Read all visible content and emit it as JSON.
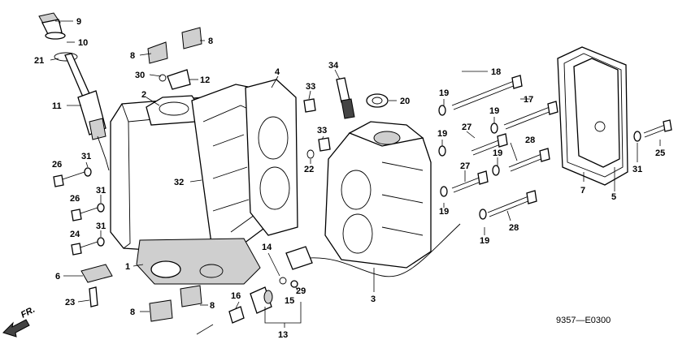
{
  "diagram": {
    "drawing_code": "9357—E0300",
    "direction_arrow_label": "FR.",
    "callouts": [
      {
        "id": "9",
        "text": "9"
      },
      {
        "id": "10",
        "text": "10"
      },
      {
        "id": "21",
        "text": "21"
      },
      {
        "id": "11",
        "text": "11"
      },
      {
        "id": "8a",
        "text": "8"
      },
      {
        "id": "8b",
        "text": "8"
      },
      {
        "id": "30",
        "text": "30"
      },
      {
        "id": "12",
        "text": "12"
      },
      {
        "id": "2",
        "text": "2"
      },
      {
        "id": "4",
        "text": "4"
      },
      {
        "id": "34",
        "text": "34"
      },
      {
        "id": "33a",
        "text": "33"
      },
      {
        "id": "20",
        "text": "20"
      },
      {
        "id": "33b",
        "text": "33"
      },
      {
        "id": "22",
        "text": "22"
      },
      {
        "id": "26a",
        "text": "26"
      },
      {
        "id": "31a",
        "text": "31"
      },
      {
        "id": "32",
        "text": "32"
      },
      {
        "id": "26b",
        "text": "26"
      },
      {
        "id": "31b",
        "text": "31"
      },
      {
        "id": "24",
        "text": "24"
      },
      {
        "id": "31c",
        "text": "31"
      },
      {
        "id": "1",
        "text": "1"
      },
      {
        "id": "6",
        "text": "6"
      },
      {
        "id": "23",
        "text": "23"
      },
      {
        "id": "8c",
        "text": "8"
      },
      {
        "id": "16",
        "text": "16"
      },
      {
        "id": "8d",
        "text": "8"
      },
      {
        "id": "14",
        "text": "14"
      },
      {
        "id": "29",
        "text": "29"
      },
      {
        "id": "15",
        "text": "15"
      },
      {
        "id": "13",
        "text": "13"
      },
      {
        "id": "3",
        "text": "3"
      },
      {
        "id": "18",
        "text": "18"
      },
      {
        "id": "19a",
        "text": "19"
      },
      {
        "id": "17",
        "text": "17"
      },
      {
        "id": "19b",
        "text": "19"
      },
      {
        "id": "27a",
        "text": "27"
      },
      {
        "id": "19c",
        "text": "19"
      },
      {
        "id": "28a",
        "text": "28"
      },
      {
        "id": "19d",
        "text": "19"
      },
      {
        "id": "27b",
        "text": "27"
      },
      {
        "id": "19e",
        "text": "19"
      },
      {
        "id": "28b",
        "text": "28"
      },
      {
        "id": "19f",
        "text": "19"
      },
      {
        "id": "7",
        "text": "7"
      },
      {
        "id": "5",
        "text": "5"
      },
      {
        "id": "31d",
        "text": "31"
      },
      {
        "id": "25",
        "text": "25"
      }
    ]
  }
}
